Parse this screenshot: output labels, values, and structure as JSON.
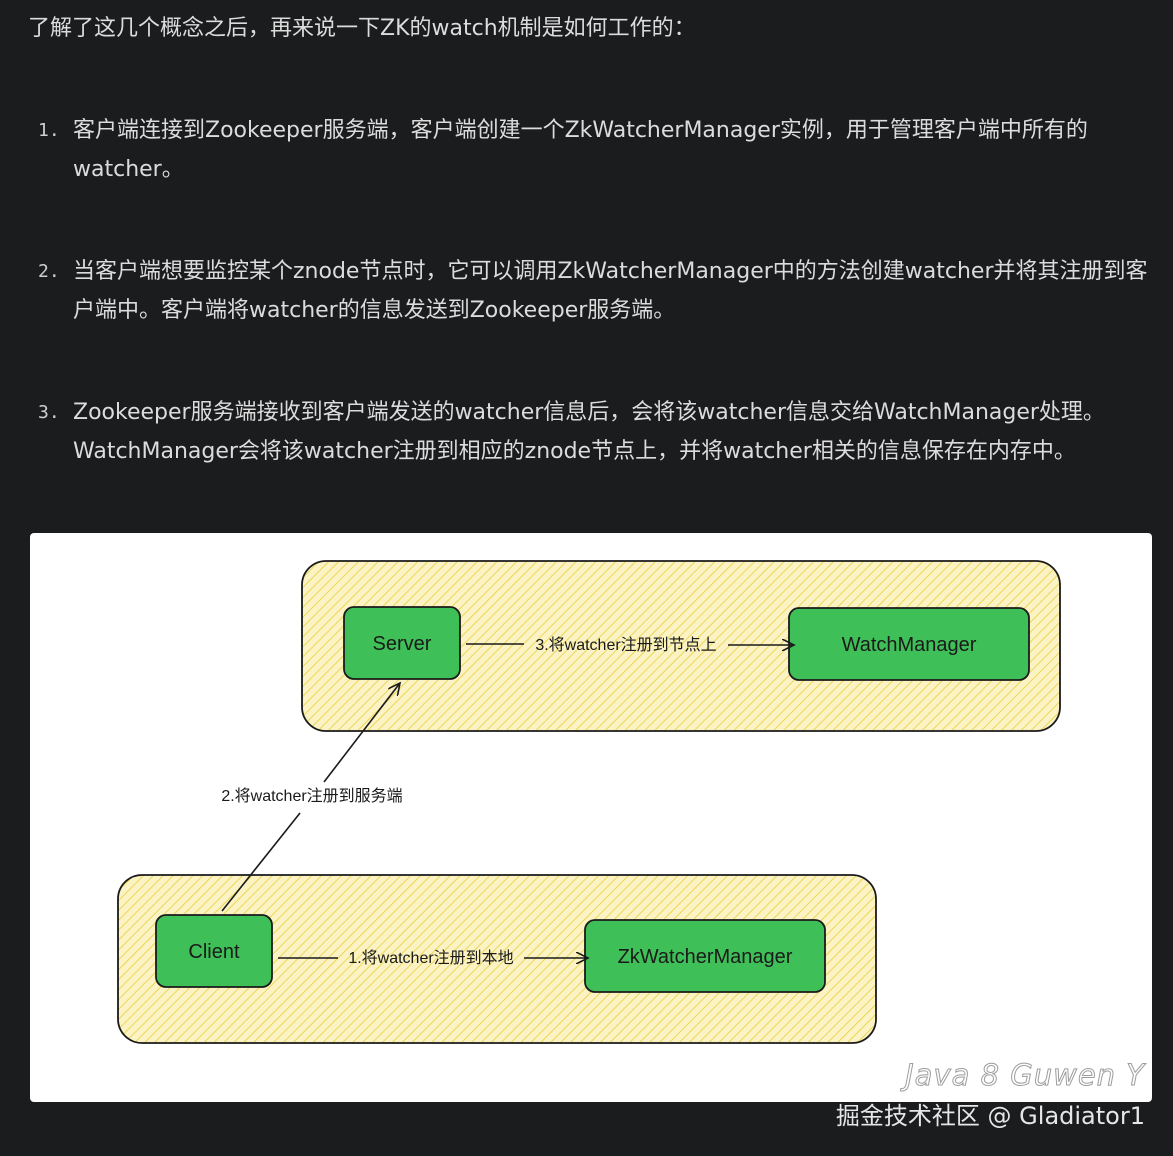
{
  "intro": "了解了这几个概念之后，再来说一下ZK的watch机制是如何工作的：",
  "steps": [
    {
      "num": "1.",
      "text": "客户端连接到Zookeeper服务端，客户端创建一个ZkWatcherManager实例，用于管理客户端中所有的watcher。"
    },
    {
      "num": "2.",
      "text": "当客户端想要监控某个znode节点时，它可以调用ZkWatcherManager中的方法创建watcher并将其注册到客户端中。客户端将watcher的信息发送到Zookeeper服务端。"
    },
    {
      "num": "3.",
      "text": "Zookeeper服务端接收到客户端发送的watcher信息后，会将该watcher信息交给WatchManager处理。WatchManager会将该watcher注册到相应的znode节点上，并将watcher相关的信息保存在内存中。"
    }
  ],
  "diagram": {
    "nodes": {
      "server": "Server",
      "watch_manager": "WatchManager",
      "client": "Client",
      "zk_watcher_manager": "ZkWatcherManager"
    },
    "edges": {
      "server_to_watchmanager": "3.将watcher注册到节点上",
      "client_to_server": "2.将watcher注册到服务端",
      "client_to_zkwm": "1.将watcher注册到本地"
    },
    "colors": {
      "node_fill": "#3fbf57",
      "group_fill": "#f7e26b",
      "stroke": "#1a1a1a"
    }
  },
  "watermark": {
    "line1": "Java 8 Guwen Y",
    "line2": "掘金技术社区 @ Gladiator1"
  }
}
